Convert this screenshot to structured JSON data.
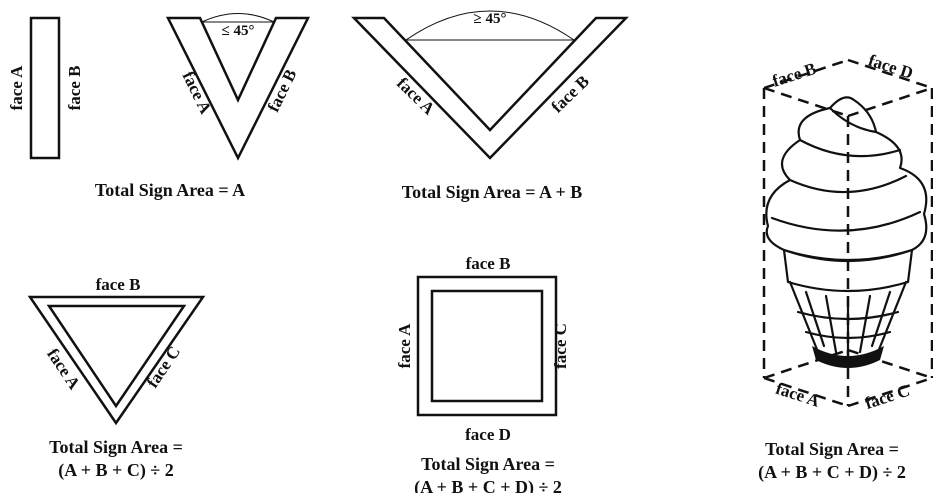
{
  "flat_sign": {
    "face_a": "face A",
    "face_b": "face B",
    "caption": "Total Sign Area = A"
  },
  "v_narrow": {
    "angle": "≤ 45°",
    "face_a": "face A",
    "face_b": "face B"
  },
  "v_wide": {
    "angle": "≥ 45°",
    "face_a": "face A",
    "face_b": "face B",
    "caption": "Total Sign Area = A + B"
  },
  "triangle": {
    "face_a": "face A",
    "face_b": "face B",
    "face_c": "face C",
    "caption_line1": "Total Sign Area =",
    "caption_line2": "(A + B + C) ÷ 2"
  },
  "square": {
    "face_a": "face A",
    "face_b": "face B",
    "face_c": "face C",
    "face_d": "face D",
    "caption_line1": "Total Sign Area =",
    "caption_line2": "(A + B + C + D) ÷ 2"
  },
  "ice_cream": {
    "face_a": "face A",
    "face_b": "face B",
    "face_c": "face C",
    "face_d": "face D",
    "caption_line1": "Total Sign Area =",
    "caption_line2": "(A + B + C + D) ÷ 2"
  }
}
